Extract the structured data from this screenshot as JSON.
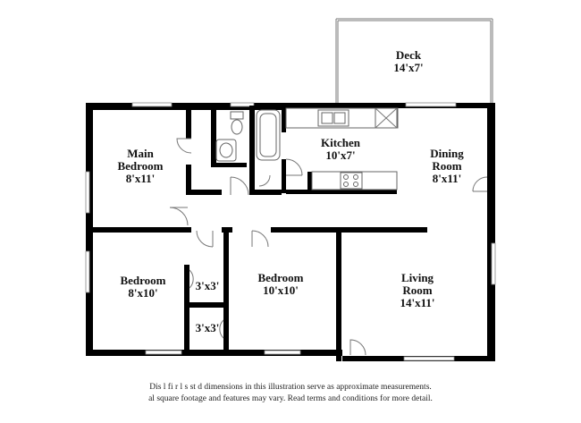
{
  "rooms": {
    "deck": {
      "name": "Deck",
      "size": "14'x7'"
    },
    "kitchen": {
      "name": "Kitchen",
      "size": "10'x7'"
    },
    "dining": {
      "name_line1": "Dining",
      "name_line2": "Room",
      "size": "8'x11'"
    },
    "main_bedroom": {
      "name_line1": "Main",
      "name_line2": "Bedroom",
      "size": "8'x11'"
    },
    "bedroom_left": {
      "name": "Bedroom",
      "size": "8'x10'"
    },
    "bedroom_mid": {
      "name": "Bedroom",
      "size": "10'x10'"
    },
    "living": {
      "name_line1": "Living",
      "name_line2": "Room",
      "size": "14'x11'"
    },
    "closet_upper": {
      "size": "3'x3'"
    },
    "closet_lower": {
      "size": "3'x3'"
    }
  },
  "disclaimer": {
    "line1": "Dis        l   fi    r   l    s   st   d dimensions in this illustration serve as approximate measurements.",
    "line2": "     al square footage and features may vary. Read terms and conditions for more detail."
  },
  "colors": {
    "wall": "#000000",
    "background": "#ffffff"
  }
}
